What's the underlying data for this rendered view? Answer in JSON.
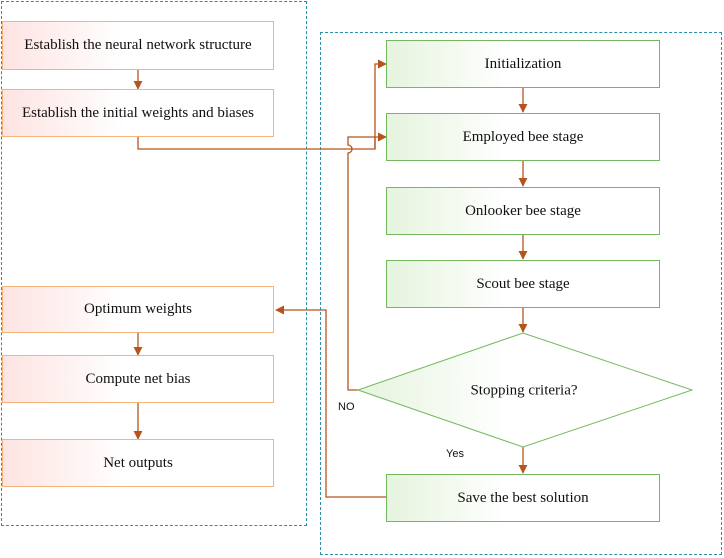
{
  "left_panel": {
    "steps": [
      "Establish the neural network structure",
      "Establish the initial weights and biases",
      "Optimum weights",
      "Compute net bias",
      "Net outputs"
    ]
  },
  "right_panel": {
    "steps": [
      "Initialization",
      "Employed bee stage",
      "Onlooker bee stage",
      "Scout bee stage"
    ],
    "decision": "Stopping criteria?",
    "final_step": "Save the best solution",
    "branch_no": "NO",
    "branch_yes": "Yes"
  },
  "colors": {
    "panel_border": "#2a8fa8",
    "left_box_border": "#f2b47a",
    "right_box_border": "#75b861",
    "arrow": "#b5541c"
  }
}
